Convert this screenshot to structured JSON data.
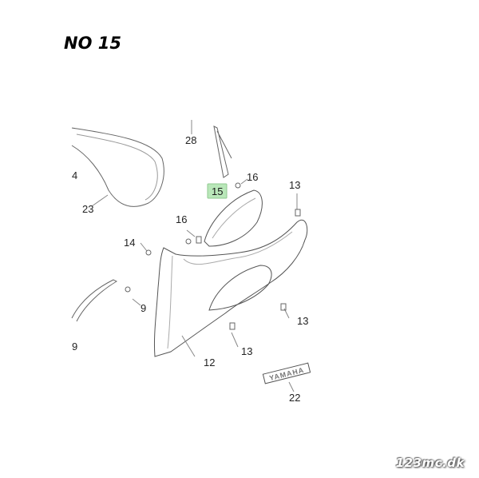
{
  "title": "NO 15",
  "callouts": {
    "c28": "28",
    "c16a": "16",
    "c15": "15",
    "c13a": "13",
    "c4": "4",
    "c23": "23",
    "c16b": "16",
    "c14": "14",
    "c9a": "9",
    "c9b": "9",
    "c12": "12",
    "c13b": "13",
    "c13c": "13",
    "c22": "22"
  },
  "highlight_color": "#b9e7b9",
  "emblem_text": "YAMAHA",
  "watermark": "123mc.dk"
}
